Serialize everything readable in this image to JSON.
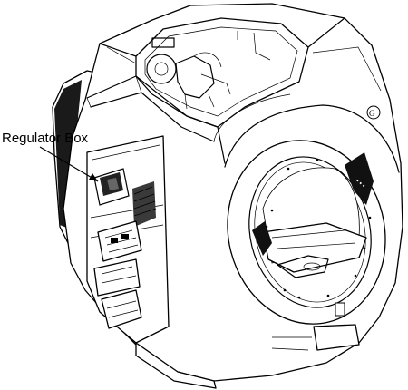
{
  "callout": {
    "label": "Regulator Box"
  },
  "icons": {
    "scanner": "mri-scanner-line-drawing",
    "regulator": "regulator-box-component",
    "brand_logo": "ge-logo-icon"
  }
}
